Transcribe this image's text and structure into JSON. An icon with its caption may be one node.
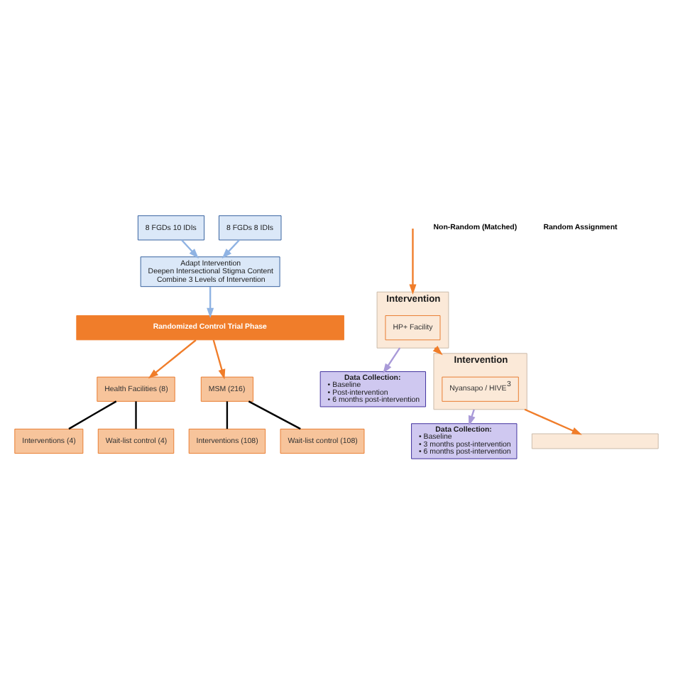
{
  "diagram": {
    "nodes": [
      {
        "text": [
          "8 FGDs 10 IDIs"
        ]
      },
      {
        "text": [
          "8 FGDs 8 IDIs"
        ]
      },
      {
        "text": [
          "Adapt Intervention",
          "Deepen Intersectional Stigma Content",
          "Combine 3 Levels of Intervention"
        ]
      },
      {
        "text": [
          "Randomized Control Trial Phase"
        ]
      },
      {
        "text": [
          "Health Facilities (8)"
        ]
      },
      {
        "text": [
          "Interventions (4)"
        ]
      },
      {
        "text": [
          "Wait-list control (4)"
        ]
      },
      {
        "text": [
          "MSM (216)"
        ]
      },
      {
        "text": [
          "Interventions (108)"
        ]
      },
      {
        "text": [
          "Wait-list control (108)"
        ]
      },
      {
        "text": [
          "Intervention"
        ]
      },
      {
        "text": [
          "HP+ Facility"
        ],
        "in": 10
      },
      {
        "text": [
          "Data Collection:",
          "• Baseline",
          "• Post-intervention",
          "• 6 months post-intervention"
        ]
      },
      {
        "text": [
          "Intervention"
        ]
      },
      {
        "text": [
          "Nyansapo / HIVE$^{3}$"
        ],
        "in": 13
      },
      {
        "text": [
          "Data Collection:",
          "• Baseline",
          "• 3 months post-intervention",
          "• 6 months post-intervention"
        ]
      },
      {
        "text": [],
        "shape": "box"
      }
    ],
    "edges": [
      {
        "from": 0,
        "to": 2,
        "arrow": "to",
        "color": "#8fb3e3"
      },
      {
        "from": 1,
        "to": 2,
        "arrow": "to",
        "color": "#8fb3e3"
      },
      {
        "from": 2,
        "to": 3,
        "arrow": "to",
        "color": "#8fb3e3"
      },
      {
        "from": 3,
        "to": 4,
        "arrow": "to"
      },
      {
        "from": 3,
        "to": 7,
        "arrow": "to"
      },
      {
        "from": 4,
        "to": 5,
        "arrow": "none",
        "color": "#000000"
      },
      {
        "from": 4,
        "to": 6,
        "arrow": "none",
        "color": "#000000"
      },
      {
        "from": 7,
        "to": 8,
        "arrow": "none",
        "color": "#000000"
      },
      {
        "from": 7,
        "to": 9,
        "arrow": "none",
        "color": "#000000"
      },
      {
        "from": null,
        "to": 10,
        "arrow": "to"
      },
      {
        "from": 10,
        "to": 12,
        "arrow": "to",
        "color": "#a99ad8"
      },
      {
        "from": 10,
        "to": 13,
        "arrow": "to"
      },
      {
        "from": 13,
        "to": 15,
        "arrow": "to",
        "color": "#a99ad8"
      },
      {
        "from": 13,
        "to": 16,
        "arrow": "to"
      }
    ],
    "labels": [
      "Non-Random (Matched)",
      "Random Assignment"
    ]
  }
}
